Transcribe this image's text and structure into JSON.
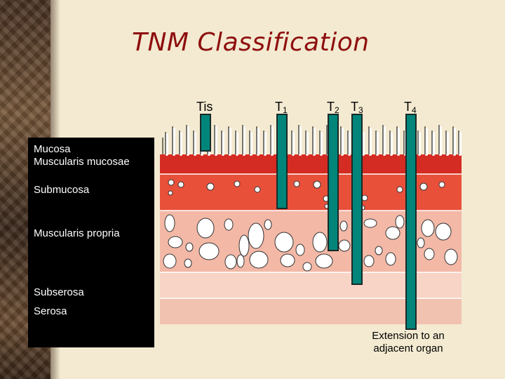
{
  "title": "TNM Classification",
  "layers": {
    "mucosa": "Mucosa",
    "muscularis_mucosae": "Muscularis mucosae",
    "submucosa": "Submucosa",
    "muscularis_propria": "Muscularis propria",
    "subserosa": "Subserosa",
    "serosa": "Serosa"
  },
  "stages": [
    {
      "main": "Tis",
      "sub": ""
    },
    {
      "main": "T",
      "sub": "1"
    },
    {
      "main": "T",
      "sub": "2"
    },
    {
      "main": "T",
      "sub": "3"
    },
    {
      "main": "T",
      "sub": "4"
    }
  ],
  "extension_caption": "Extension to an adjacent organ",
  "colors": {
    "background": "#f3ead1",
    "title": "#8e0e0e",
    "tissue_dark_red": "#d42b22",
    "tissue_red": "#e8503a",
    "tissue_pink": "#f3b8a6",
    "tissue_light_pink": "#f7d4c6",
    "invasion_bar": "#00857a",
    "label_panel": "#000000"
  }
}
